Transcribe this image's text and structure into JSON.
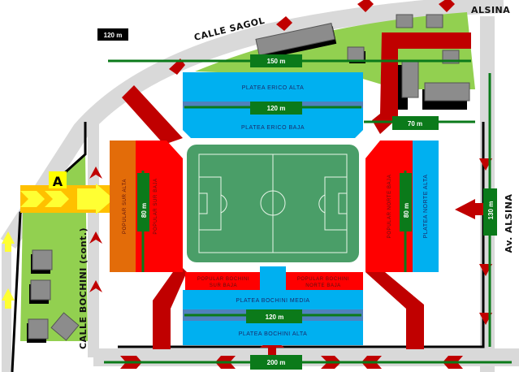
{
  "streets": {
    "sagol": "CALLE SAGOL",
    "alsina_top": "ALSINA",
    "alsina_side": "Av. ALSINA",
    "bochini": "CALLE BOCHINI (cont.)"
  },
  "sectors": {
    "erico_alta": "PLATEA ERICO ALTA",
    "erico_baja": "PLATEA ERICO BAJA",
    "sur_alta": "POPULAR SUR ALTA",
    "sur_baja": "POPULAR SUR BAJA",
    "norte_baja": "POPULAR NORTE BAJA",
    "norte_alta": "PLATEA NORTE ALTA",
    "bochini_sur_baja_1": "POPULAR BOCHINI",
    "bochini_sur_baja_2": "SUR BAJA",
    "bochini_norte_baja_1": "POPULAR BOCHINI",
    "bochini_norte_baja_2": "NORTE BAJA",
    "bochini_media": "PLATEA BOCHINI MEDIA",
    "bochini_alta": "PLATEA BOCHINI ALTA"
  },
  "distances": {
    "scale": "120 m",
    "top": "150 m",
    "erico": "120 m",
    "corner": "70 m",
    "sur": "80 m",
    "norte": "80 m",
    "alsina": "130 m",
    "bochini": "120 m",
    "bottom": "200 m"
  },
  "entrance_label": "A",
  "colors": {
    "road": "#d9d9d9",
    "grass": "#92d050",
    "field": "#4a9e68",
    "platea": "#00b0f0",
    "popular": "#ff0000",
    "popular_alta": "#e36c09",
    "arrow": "#c00000",
    "distance": "#0b7a1a",
    "entrance": "#ffc000"
  }
}
